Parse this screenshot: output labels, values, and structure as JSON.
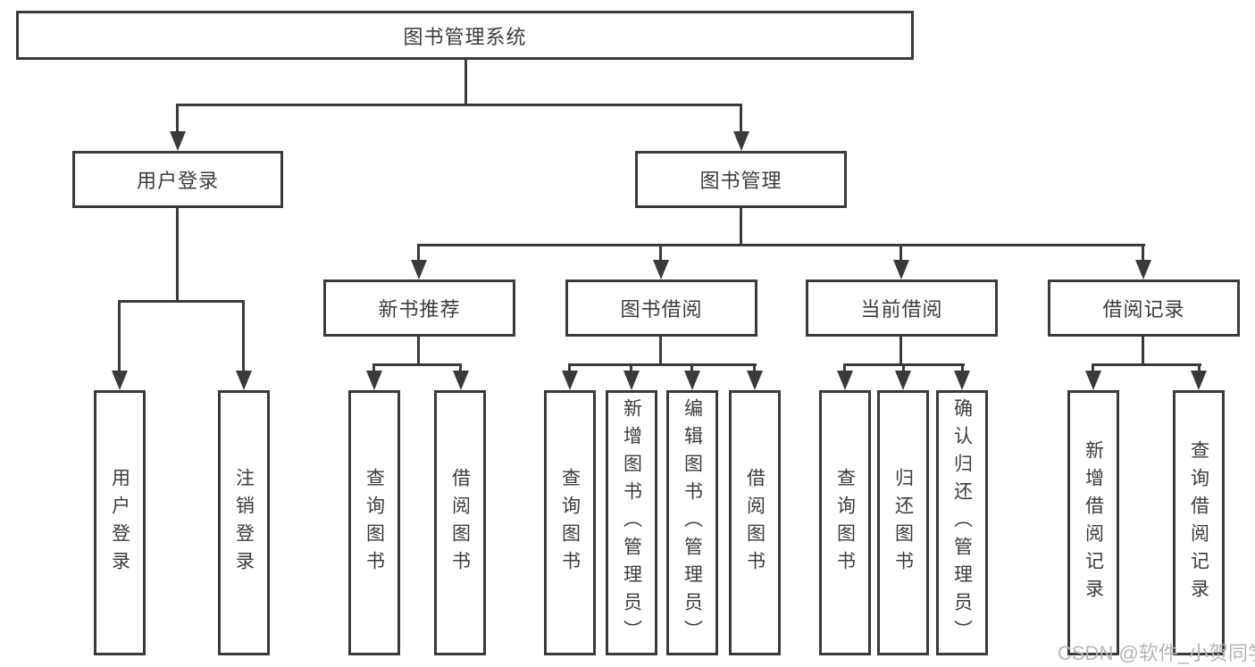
{
  "root": {
    "label": "图书管理系统"
  },
  "level2": [
    {
      "label": "用户登录"
    },
    {
      "label": "图书管理"
    }
  ],
  "login_children": [
    {
      "label": "用户登录"
    },
    {
      "label": "注销登录"
    }
  ],
  "groups": [
    {
      "label": "新书推荐",
      "children": [
        {
          "label": "查询图书"
        },
        {
          "label": "借阅图书"
        }
      ]
    },
    {
      "label": "图书借阅",
      "children": [
        {
          "label": "查询图书"
        },
        {
          "label": "新增图书（管理员）"
        },
        {
          "label": "编辑图书（管理员）"
        },
        {
          "label": "借阅图书"
        }
      ]
    },
    {
      "label": "当前借阅",
      "children": [
        {
          "label": "查询图书"
        },
        {
          "label": "归还图书"
        },
        {
          "label": "确认归还（管理员）"
        }
      ]
    },
    {
      "label": "借阅记录",
      "children": [
        {
          "label": "新增借阅记录"
        },
        {
          "label": "查询借阅记录"
        }
      ]
    }
  ],
  "watermark": {
    "text": "CSDN @软件_小贺同学"
  },
  "colors": {
    "line": "#3a3a3a",
    "text": "#3c3c3c",
    "watermark": "#b5b5b5",
    "background": "#ffffff"
  }
}
